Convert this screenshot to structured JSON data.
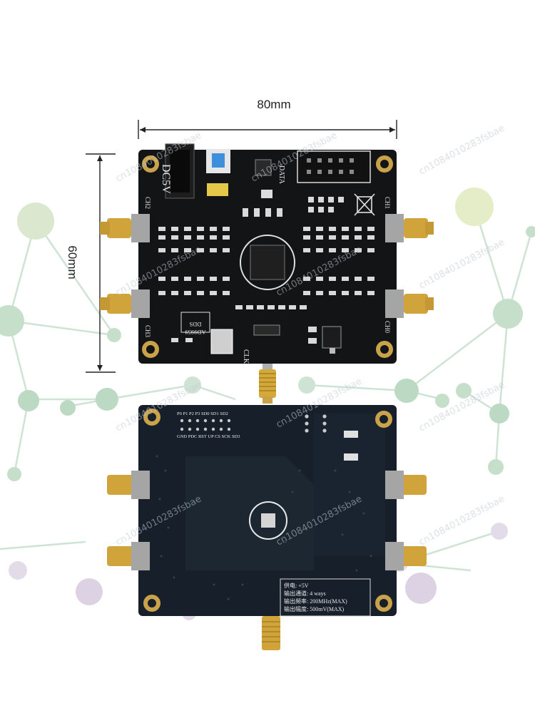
{
  "dimensions": {
    "width_label": "80mm",
    "height_label": "60mm"
  },
  "front_board": {
    "power_label": "DC5V",
    "data_label": "DATA",
    "ch0": "CH0",
    "ch1": "CH1",
    "ch2": "CH2",
    "ch3": "CH3",
    "clk": "CLK",
    "chip_line1": "AD9959",
    "chip_line2": "DDS"
  },
  "back_board": {
    "header_top": "P0 P1 P2 P3 SD0 SD1 SD2",
    "header_bottom": "GND PDC RST UP CS SCK SD3",
    "spec_lines": [
      "供电: +5V",
      "输出通道: 4 ways",
      "输出频率: 200MHz(MAX)",
      "输出幅度: 500mV(MAX)"
    ]
  },
  "watermark": "cn1084010283fsbae",
  "colors": {
    "pcb": "#121416",
    "silkscreen": "#e8e8e8",
    "gold": "#c9a24a",
    "network_green": "#a9d1b4",
    "network_purple": "#c9b3d4"
  }
}
